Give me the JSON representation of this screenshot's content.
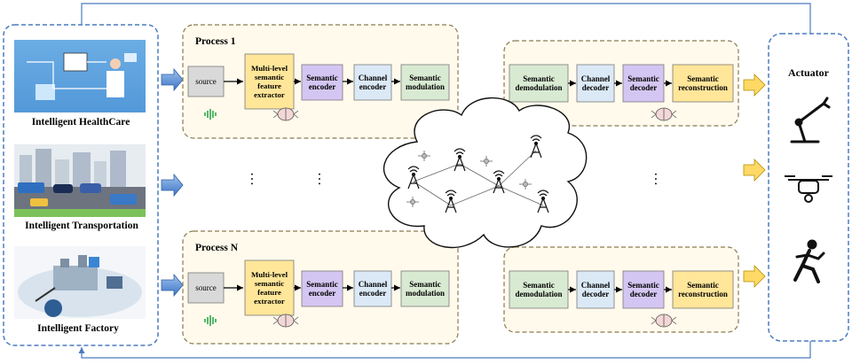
{
  "left_panel": {
    "items": [
      {
        "label": "Intelligent HealthCare"
      },
      {
        "label": "Intelligent Transportation"
      },
      {
        "label": "Intelligent Factory"
      }
    ]
  },
  "processes": [
    {
      "title": "Process 1",
      "tx_blocks": [
        {
          "lines": [
            "source"
          ]
        },
        {
          "lines": [
            "Multi-level",
            "semantic",
            "feature",
            "extractor"
          ]
        },
        {
          "lines": [
            "Semantic",
            "encoder"
          ]
        },
        {
          "lines": [
            "Channel",
            "encoder"
          ]
        },
        {
          "lines": [
            "Semantic",
            "modulation"
          ]
        }
      ],
      "rx_blocks": [
        {
          "lines": [
            "Semantic",
            "demodulation"
          ]
        },
        {
          "lines": [
            "Channel",
            "decoder"
          ]
        },
        {
          "lines": [
            "Semantic",
            "decoder"
          ]
        },
        {
          "lines": [
            "Semantic",
            "reconstruction"
          ]
        }
      ]
    },
    {
      "title": "Process N",
      "tx_blocks": [
        {
          "lines": [
            "source"
          ]
        },
        {
          "lines": [
            "Multi-level",
            "semantic",
            "feature",
            "extractor"
          ]
        },
        {
          "lines": [
            "Semantic",
            "encoder"
          ]
        },
        {
          "lines": [
            "Channel",
            "encoder"
          ]
        },
        {
          "lines": [
            "Semantic",
            "modulation"
          ]
        }
      ],
      "rx_blocks": [
        {
          "lines": [
            "Semantic",
            "demodulation"
          ]
        },
        {
          "lines": [
            "Channel",
            "decoder"
          ]
        },
        {
          "lines": [
            "Semantic",
            "decoder"
          ]
        },
        {
          "lines": [
            "Semantic",
            "reconstruction"
          ]
        }
      ]
    }
  ],
  "actuator": {
    "title": "Actuator",
    "icons": [
      "robot-arm-icon",
      "drone-icon",
      "running-person-icon"
    ]
  },
  "ellipsis": "…",
  "colors": {
    "source": "#d9d9d9",
    "extractor": "#ffe699",
    "semantic_codec": "#d4c6f2",
    "channel_codec": "#dbe9f6",
    "modulation": "#d9ead3",
    "reconstruction": "#ffe699",
    "panel_fill": "#fffaec",
    "arrow_blue": "#5b8fd6",
    "arrow_yellow": "#ffd966"
  }
}
